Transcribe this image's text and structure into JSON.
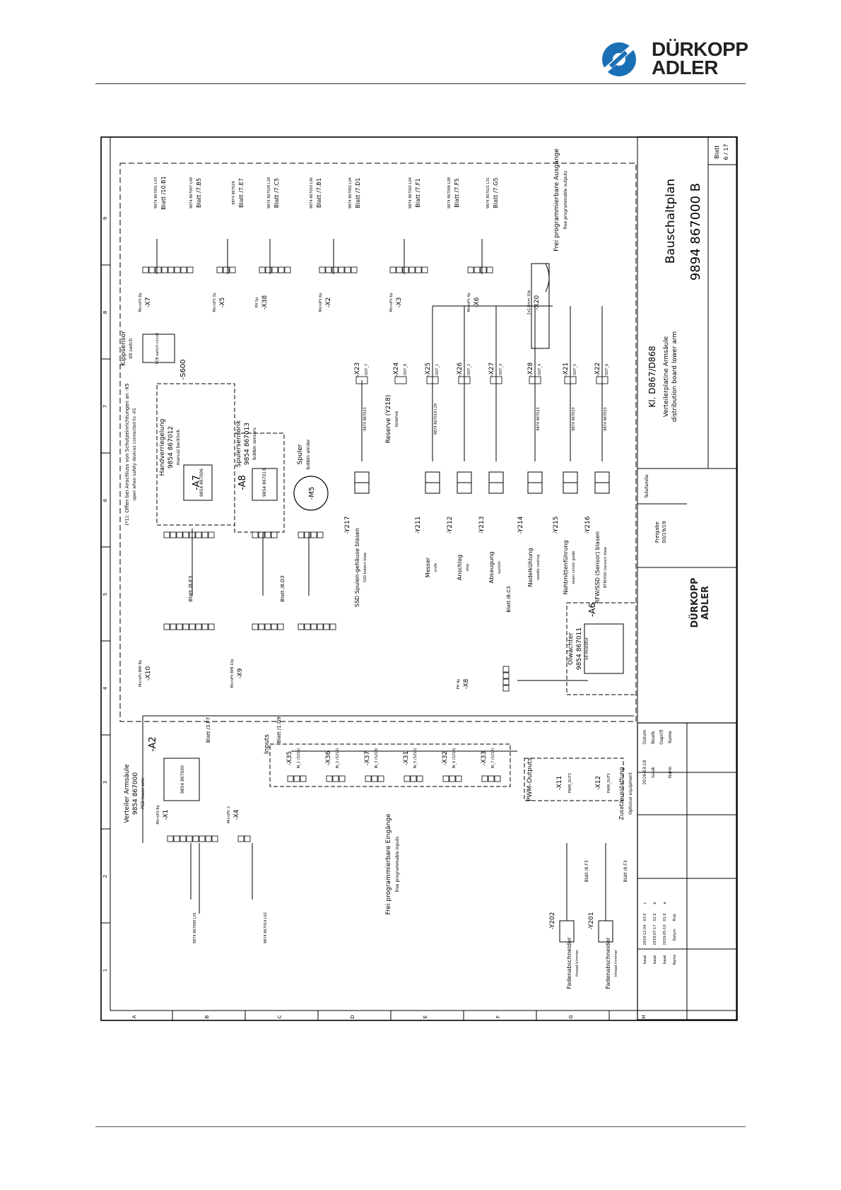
{
  "brand": {
    "line1": "DÜRKOPP",
    "line2": "ADLER",
    "color": "#1a6fb5"
  },
  "sheet_frame": {
    "columns": [
      "1",
      "2",
      "3",
      "4",
      "5",
      "6",
      "7",
      "8",
      "9"
    ],
    "rows": [
      "A",
      "B",
      "C",
      "D",
      "E",
      "F",
      "G",
      "H"
    ]
  },
  "title_block": {
    "title": "Bauschaltplan",
    "number": "9894  867000  B",
    "class_line": "Kl. D867/D868",
    "desc_de": "Verteilerplatine Armsäule",
    "desc_en": "distribution board lower arm",
    "sheet_label": "Blatt",
    "sheet_value": "6 / 17",
    "family_label": "Teilefamilie",
    "release_label": "Freigabe",
    "release_value": "00/19/19",
    "date_label": "Datum",
    "date_value": "2019-03-18",
    "drawn_label": "Bearb.",
    "drawn_value": "Isaak",
    "checked_label": "Gepr(f)",
    "norm_label": "Norm",
    "name_label": "Name",
    "rev_rows": [
      {
        "idx": "c",
        "rev": "03.0",
        "date": "2019-12-04",
        "name": "Isaak"
      },
      {
        "idx": "b",
        "rev": "02.0",
        "date": "2019-07-17",
        "name": "Isaak"
      },
      {
        "idx": "a",
        "rev": "01.0",
        "date": "2019-05-10",
        "name": "Isaak"
      },
      {
        "idx": "",
        "rev": "Änd.",
        "date": "Datum",
        "name": "Name"
      }
    ]
  },
  "notes": {
    "open_note_de": "(*1): Offen bei Anschluss von Schutzeinrichtungen an -X5",
    "open_note_en": "open when safety devices connected to -X5",
    "optional_de": "Zusatzausstattung",
    "optional_en": "Optional equipment"
  },
  "blocks": {
    "a2": {
      "title": "Verteiler Armsäule",
      "part": "9854 867000",
      "sub": "PCB lower arm",
      "tag": "-A2",
      "inner": "9854 867000"
    },
    "a7": {
      "title": "Handverriegelung",
      "part": "9854 867012",
      "sub": "manual backlock",
      "tag": "-A7",
      "inner": "9854 867006"
    },
    "a8": {
      "title": "Spulersensorik",
      "part": "9854 867013",
      "sub": "bobbin sensors",
      "tag": "-A8",
      "inner": "9854 867013"
    },
    "a6": {
      "title": "Ölwächter",
      "part": "9854 867011",
      "sub": "oil monitor",
      "tag": "-A6"
    },
    "m5": {
      "title": "Spuler",
      "sub": "bobbin winder",
      "tag": "-M5"
    },
    "s600": {
      "title": "Kippsensor",
      "sub": "tilt switch",
      "tag": "-S600",
      "inner": "PCB switch circuit"
    },
    "inputs": {
      "title": "Inputs",
      "group_de": "Frei programmierbare Eingänge",
      "group_en": "free programmable inputs"
    },
    "pwm": {
      "title": "PWM-Outputs"
    },
    "outputs": {
      "group_de": "Frei programmierbare Ausgänge",
      "group_en": "free programmable outputs"
    }
  },
  "connectors_top": [
    {
      "tag": "-X7",
      "type": "MicroFit 8p"
    },
    {
      "tag": "-X5",
      "type": "MicroFit 3p"
    },
    {
      "tag": "-X38",
      "type": "PH 5p"
    },
    {
      "tag": "-X2",
      "type": "MicroFit 6p"
    },
    {
      "tag": "-X3",
      "type": "MicroFit 6p"
    },
    {
      "tag": "-X6",
      "type": "MicroFit 4p"
    },
    {
      "tag": "-X20",
      "type": "2x2,8mm 10p"
    }
  ],
  "sheet_refs_top": [
    {
      "cable": "9874 867001 L03",
      "ref": "Blatt /10.B1"
    },
    {
      "cable": "9874 867007 L09",
      "ref": "Blatt /7.B5"
    },
    {
      "cable": "9874 867029",
      "ref": "Blatt /7.E7"
    },
    {
      "cable": "9874 867028 L28",
      "ref": "Blatt /7.C5"
    },
    {
      "cable": "9874 867010 L06",
      "ref": "Blatt /7.B1"
    },
    {
      "cable": "9874 867002 L04",
      "ref": "Blatt /7.D1"
    },
    {
      "cable": "9874 867002 L04",
      "ref": "Blatt /7.F1"
    },
    {
      "cable": "9874 867006 L08",
      "ref": "Blatt /7.F5"
    },
    {
      "cable": "9874 867021 L31",
      "ref": "Blatt /7.G5"
    }
  ],
  "valve_connectors": [
    {
      "tag": "-X23",
      "sig": "OUT_7"
    },
    {
      "tag": "-X24",
      "sig": "OUT_8"
    },
    {
      "tag": "-X25",
      "sig": "OUT_1"
    },
    {
      "tag": "-X26",
      "sig": "OUT_2"
    },
    {
      "tag": "-X27",
      "sig": "OUT_3"
    },
    {
      "tag": "-X28",
      "sig": "OUT_4"
    },
    {
      "tag": "-X21",
      "sig": "OUT_5"
    },
    {
      "tag": "-X22",
      "sig": "OUT_6"
    }
  ],
  "valves": [
    {
      "tag": "-Y217",
      "de": "SSD Spulen-gehäuse blasen",
      "en": "SSD bobbin blow",
      "cable": "9874 867023"
    },
    {
      "tag": "-Y211",
      "de": "Messer",
      "en": "knife",
      "cable": "9874 867019 L29"
    },
    {
      "tag": "-Y212",
      "de": "Anschlag",
      "en": "stop",
      "cable": ""
    },
    {
      "tag": "-Y213",
      "de": "Absaugung",
      "en": "suction",
      "cable": ""
    },
    {
      "tag": "-Y214",
      "de": "Nadelkühlung",
      "en": "needle cooling",
      "cable": "9874 867023"
    },
    {
      "tag": "-Y215",
      "de": "Nahtmittenführung",
      "en": "seam center guide",
      "cable": "9874 867023"
    },
    {
      "tag": "-Y216",
      "de": "RFW/SSD (Sensor) blasen",
      "en": "BTM/SSD (sensor) blow",
      "cable": "9874 867023"
    }
  ],
  "reserve": {
    "de": "Reserve (Y218)",
    "en": "reserve"
  },
  "inputs_list": [
    {
      "tag": "-X35",
      "sig": "IN_1 (S211)"
    },
    {
      "tag": "-X36",
      "sig": "IN_2 (S212)"
    },
    {
      "tag": "-X37",
      "sig": "IN_3 (S213)"
    },
    {
      "tag": "-X31",
      "sig": "IN_5 (S215)"
    },
    {
      "tag": "-X32",
      "sig": "IN_6 (S216)"
    },
    {
      "tag": "-X33",
      "sig": "IN_7 (S217)"
    }
  ],
  "left_connectors": [
    {
      "tag": "-X1",
      "type": "MicroFit 8p",
      "ref": "Blatt /3.F7",
      "cable": "9874 867000 L01"
    },
    {
      "tag": "-X4",
      "type": "MicroFit 2",
      "ref": "Blatt /1.G9",
      "cable": "9874 867014 L02"
    },
    {
      "tag": "-X10",
      "type": "MicroFit BMI 8p",
      "ref": "Blatt /8.E3"
    },
    {
      "tag": "-X9",
      "type": "MicroFit BMI 10p",
      "ref": "Blatt /8.D3"
    },
    {
      "tag": "-X8",
      "type": "PH 4p",
      "ref": "Blatt /8.C3"
    }
  ],
  "trimmers": [
    {
      "tag": "-Y202",
      "de": "Fadenabschneider",
      "en": "thread trimmer",
      "conn": "-X11",
      "sig": "PWM_OUT2",
      "ref": "Blatt /8.F3"
    },
    {
      "tag": "-Y201",
      "de": "Fadenabschneider",
      "en": "thread trimmer",
      "conn": "-X12",
      "sig": "PWM_OUT1",
      "ref": "Blatt /8.F3"
    }
  ]
}
